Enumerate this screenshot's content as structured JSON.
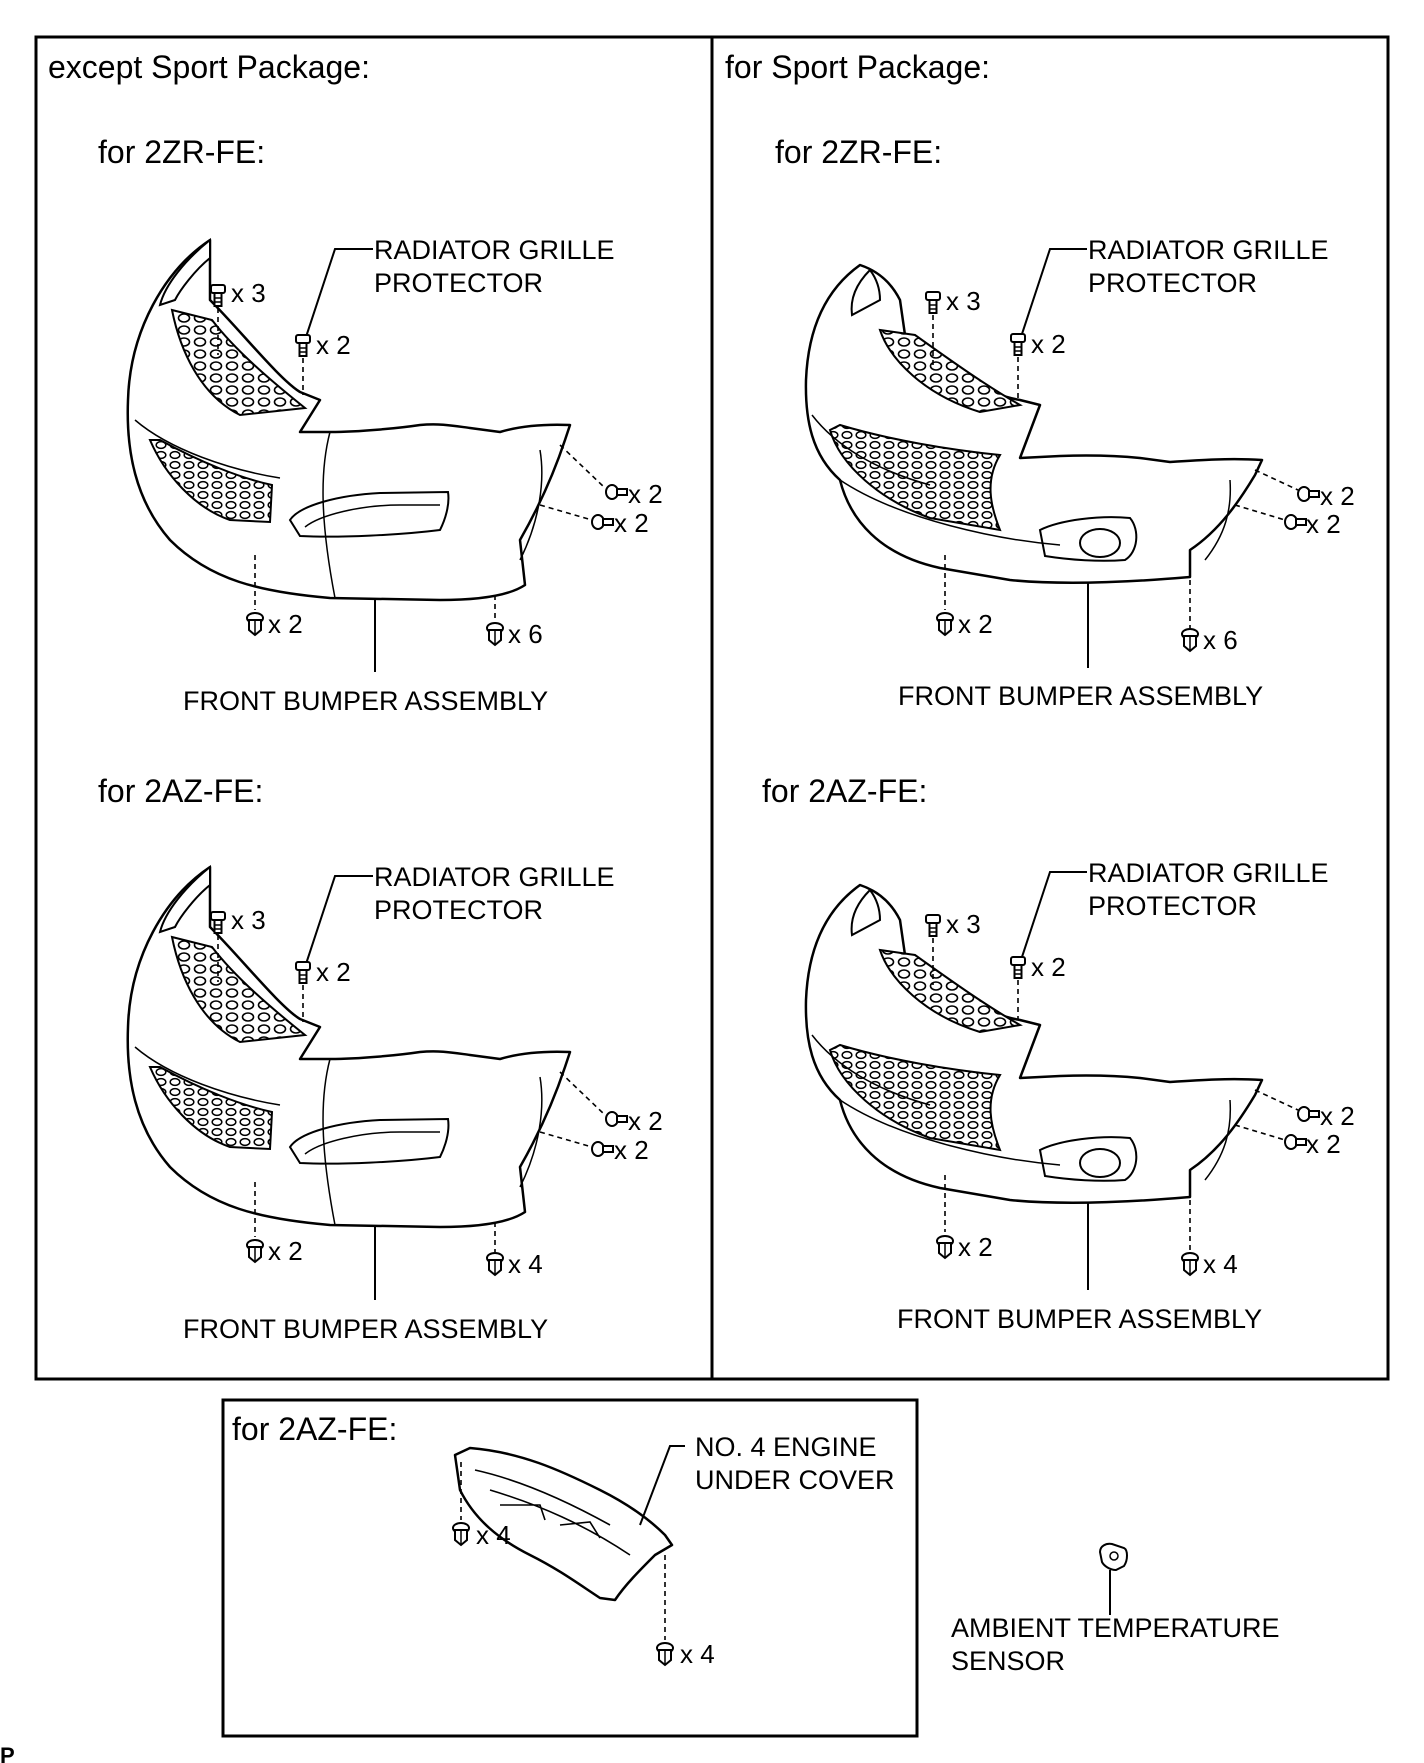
{
  "panels": {
    "left": {
      "title": "except Sport Package:",
      "top": {
        "engine": "for 2ZR-FE:",
        "protector_label_1": "RADIATOR GRILLE",
        "protector_label_2": "PROTECTOR",
        "assembly_label": "FRONT BUMPER ASSEMBLY",
        "count_top_left": "x 3",
        "count_protector": "x 2",
        "count_side_upper": "x 2",
        "count_side_lower": "x 2",
        "count_bottom_left": "x 2",
        "count_bottom_right": "x 6"
      },
      "bottom": {
        "engine": "for 2AZ-FE:",
        "protector_label_1": "RADIATOR GRILLE",
        "protector_label_2": "PROTECTOR",
        "assembly_label": "FRONT BUMPER ASSEMBLY",
        "count_top_left": "x 3",
        "count_protector": "x 2",
        "count_side_upper": "x 2",
        "count_side_lower": "x 2",
        "count_bottom_left": "x 2",
        "count_bottom_right": "x 4"
      }
    },
    "right": {
      "title": "for Sport Package:",
      "top": {
        "engine": "for 2ZR-FE:",
        "protector_label_1": "RADIATOR GRILLE",
        "protector_label_2": "PROTECTOR",
        "assembly_label": "FRONT BUMPER ASSEMBLY",
        "count_top_left": "x 3",
        "count_protector": "x 2",
        "count_side_upper": "x 2",
        "count_side_lower": "x 2",
        "count_bottom_left": "x 2",
        "count_bottom_right": "x 6"
      },
      "bottom": {
        "engine": "for 2AZ-FE:",
        "protector_label_1": "RADIATOR GRILLE",
        "protector_label_2": "PROTECTOR",
        "assembly_label": "FRONT BUMPER ASSEMBLY",
        "count_top_left": "x 3",
        "count_protector": "x 2",
        "count_side_upper": "x 2",
        "count_side_lower": "x 2",
        "count_bottom_left": "x 2",
        "count_bottom_right": "x 4"
      }
    }
  },
  "under_cover": {
    "engine": "for 2AZ-FE:",
    "label_1": "NO. 4 ENGINE",
    "label_2": "UNDER COVER",
    "count_left": "x 4",
    "count_right": "x 4"
  },
  "sensor": {
    "label_1": "AMBIENT TEMPERATURE",
    "label_2": "SENSOR"
  },
  "corner_mark": "P"
}
